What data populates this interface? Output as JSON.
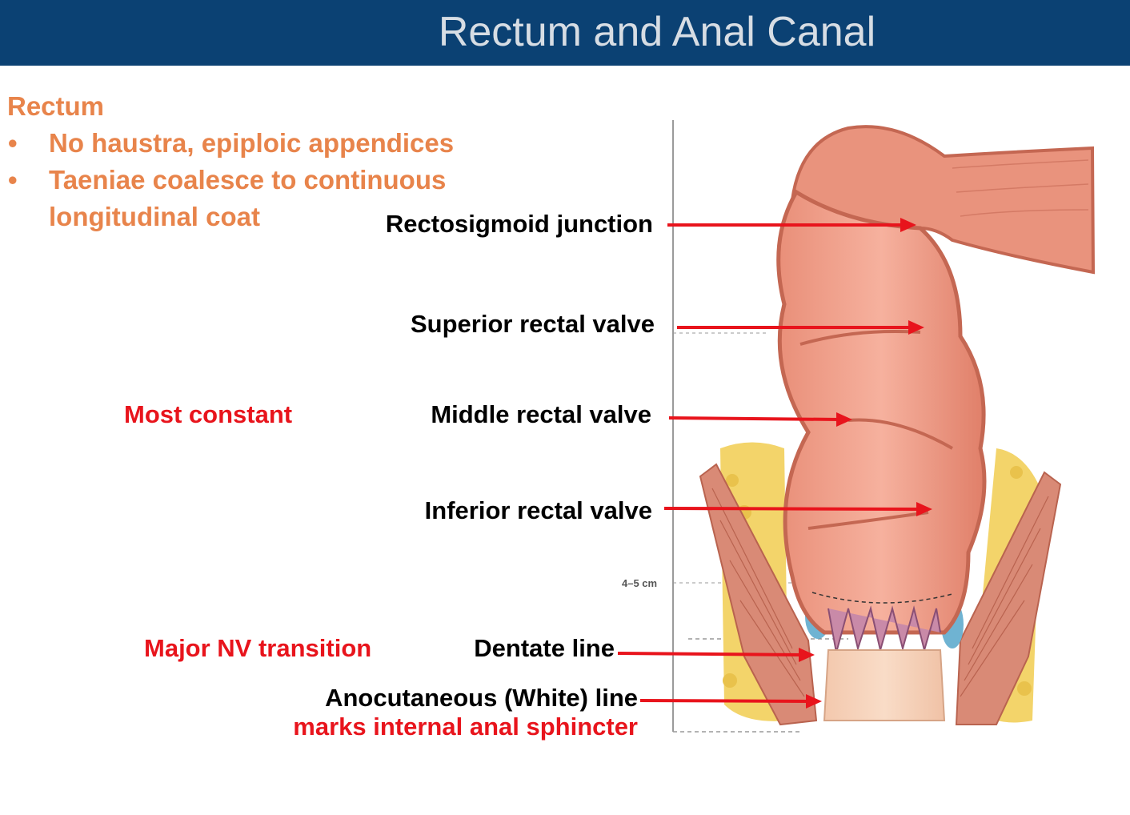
{
  "header": {
    "title": "Rectum and Anal Canal"
  },
  "rectum_notes": {
    "title": "Rectum",
    "bullets": [
      "No haustra, epiploic appendices",
      "Taeniae coalesce to continuous longitudinal coat"
    ]
  },
  "labels": {
    "rectosigmoid": "Rectosigmoid junction",
    "superior_valve": "Superior rectal valve",
    "middle_valve": "Middle rectal valve",
    "inferior_valve": "Inferior rectal valve",
    "dentate": "Dentate line",
    "anocutaneous": "Anocutaneous (White) line"
  },
  "annotations": {
    "most_constant": "Most constant",
    "major_nv": "Major NV transition",
    "sphincter": "marks internal anal sphincter"
  },
  "diagram": {
    "measure": "4–5 cm"
  },
  "colors": {
    "header": "#0b4173",
    "orange": "#e8844b",
    "red": "#e8141c",
    "tissue": "#f2a088"
  }
}
